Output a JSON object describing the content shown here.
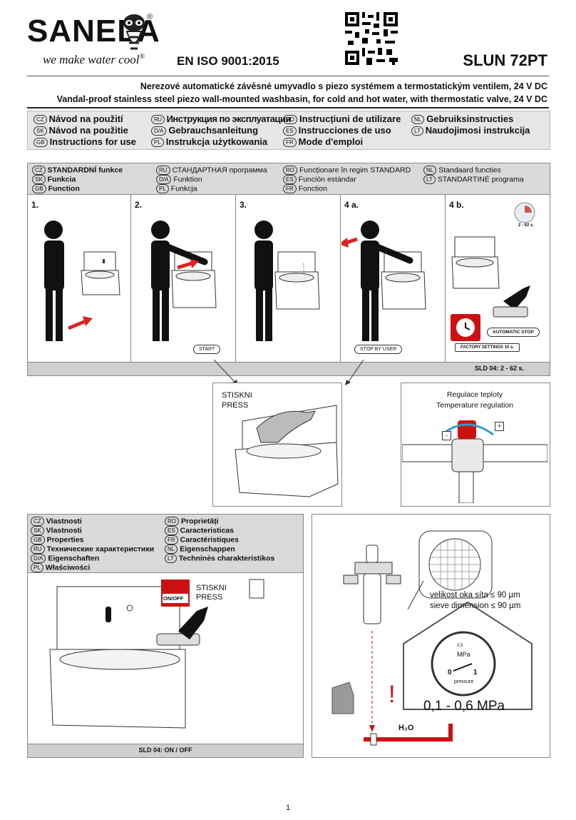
{
  "header": {
    "brand": "SANELA",
    "tagline": "we make water cool",
    "registered": "®",
    "iso": "EN ISO 9001:2015",
    "model": "SLUN 72PT",
    "desc_cz": "Nerezové automatické závěsné umyvadlo s piezo systémem a termostatickým ventilem, 24 V DC",
    "desc_en": "Vandal-proof stainless steel piezo wall-mounted washbasin, for cold and hot water, with thermostatic valve, 24 V DC"
  },
  "languages": [
    {
      "code": "CZ",
      "label": "Návod na použití"
    },
    {
      "code": "SK",
      "label": "Návod na použitie"
    },
    {
      "code": "GB",
      "label": "Instructions for use"
    },
    {
      "code": "RU",
      "label": "Инструкция по эксплуатации"
    },
    {
      "code": "D/A",
      "label": "Gebrauchsanleitung"
    },
    {
      "code": "PL",
      "label": "Instrukcja użytkowania"
    },
    {
      "code": "RO",
      "label": "Instrucțiuni de utilizare"
    },
    {
      "code": "ES",
      "label": "Instrucciones de uso"
    },
    {
      "code": "FR",
      "label": "Mode d'emploi"
    },
    {
      "code": "NL",
      "label": "Gebruiksinstructies"
    },
    {
      "code": "LT",
      "label": "Naudojimosi instrukcija"
    }
  ],
  "function": {
    "headings": [
      {
        "code": "CZ",
        "label": "STANDARDNÍ funkce"
      },
      {
        "code": "SK",
        "label": "Funkcia"
      },
      {
        "code": "GB",
        "label": "Function"
      },
      {
        "code": "RU",
        "label": "СТАНДАРТНАЯ программа"
      },
      {
        "code": "D/A",
        "label": "Funktion"
      },
      {
        "code": "PL",
        "label": "Funkcja"
      },
      {
        "code": "RO",
        "label": "Funcționare în regim STANDARD"
      },
      {
        "code": "ES",
        "label": "Función estándar"
      },
      {
        "code": "FR",
        "label": "Fonction"
      },
      {
        "code": "NL",
        "label": "Standaard functies"
      },
      {
        "code": "LT",
        "label": "STANDARTINĖ programa"
      }
    ],
    "steps": [
      "1.",
      "2.",
      "3.",
      "4 a.",
      "4 b."
    ],
    "start": "START",
    "stop_by_user": "STOP BY USER",
    "auto_stop": "AUTOMATIC STOP",
    "factory": "FACTORY SETTINGS 10 s.",
    "timer": "2 - 62 s.",
    "sld": "SLD 04: 2 - 62 s."
  },
  "press": {
    "line1": "STISKNI",
    "line2": "PRESS"
  },
  "temp": {
    "line1": "Regulace teploty",
    "line2": "Temperature regulation",
    "minus": "-",
    "plus": "+"
  },
  "properties": {
    "headings": [
      {
        "code": "CZ",
        "label": "Vlastnosti"
      },
      {
        "code": "SK",
        "label": "Vlastnosti"
      },
      {
        "code": "GB",
        "label": "Properties"
      },
      {
        "code": "RU",
        "label": "Технические характеристики"
      },
      {
        "code": "D/A",
        "label": "Eigenschaften"
      },
      {
        "code": "PL",
        "label": "Właściwości"
      },
      {
        "code": "RO",
        "label": "Proprietăți"
      },
      {
        "code": "ES",
        "label": "Caracteristicas"
      },
      {
        "code": "FR",
        "label": "Caractéristiques"
      },
      {
        "code": "NL",
        "label": "Eigenschappen"
      },
      {
        "code": "LT",
        "label": "Techninės charakteristikos"
      }
    ],
    "onoff": "ON/OFF",
    "press1": "STISKNI",
    "press2": "PRESS",
    "sld": "SLD 04: ON / OFF"
  },
  "filter": {
    "sieve_cz": "velikost oka síta ≤ 90 µm",
    "sieve_en": "sieve dimension ≤ 90 µm",
    "gauge_unit": "MPa",
    "gauge_min": "0",
    "gauge_max": "1",
    "gauge_mid": "0,5",
    "gauge_label": "pressure",
    "pressure": "0,1 - 0,6 MPa",
    "h2o": "H₂O",
    "warn": "!"
  },
  "page_number": "1"
}
